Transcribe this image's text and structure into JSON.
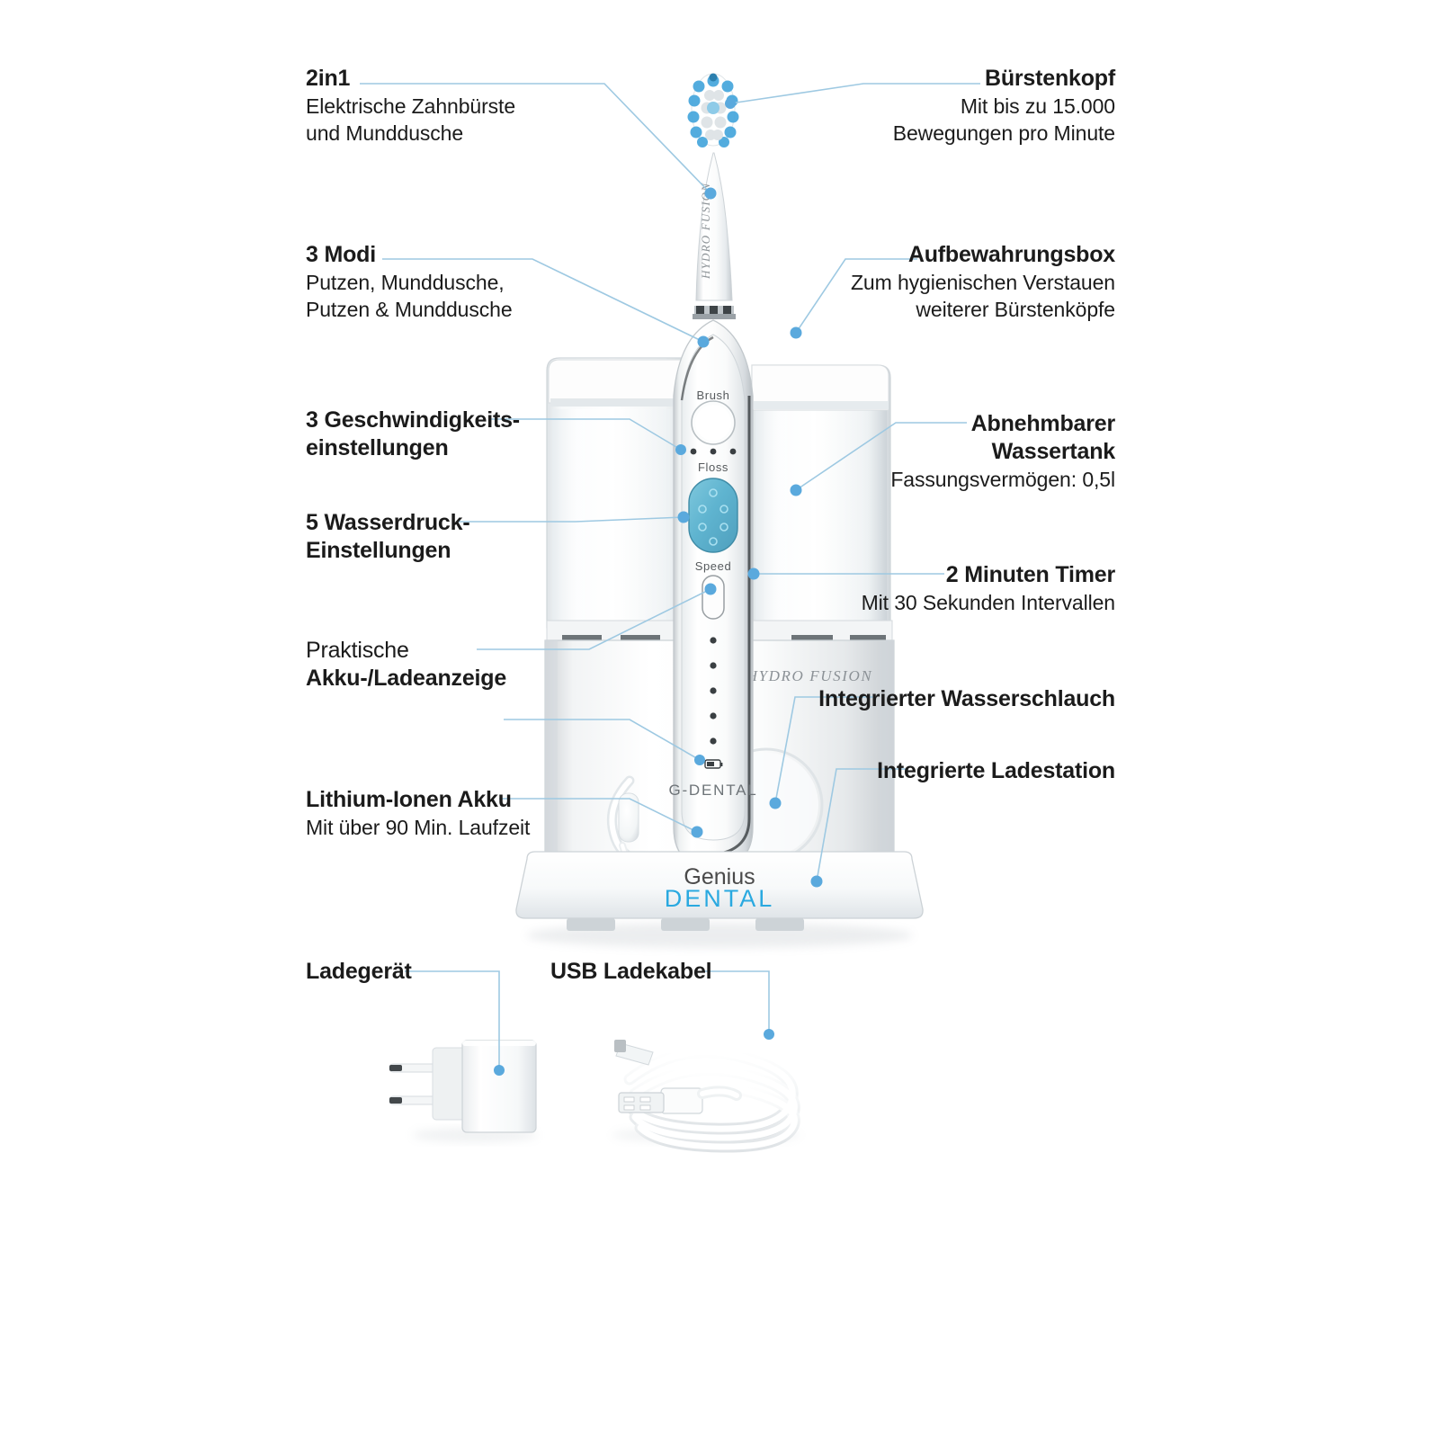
{
  "page": {
    "background": "#ffffff",
    "accent_line_color": "#9ec9e2",
    "accent_dot_color": "#5aa9dd",
    "text_color": "#1b1b1b"
  },
  "callouts": [
    {
      "id": "two-in-one",
      "title": "2in1",
      "title_bold": true,
      "lines": [
        "Elektrische Zahnbürste",
        "und Munddusche"
      ],
      "align": "left"
    },
    {
      "id": "brush-head",
      "title": "Bürstenkopf",
      "title_bold": true,
      "lines": [
        "Mit bis zu 15.000",
        "Bewegungen pro Minute"
      ],
      "align": "right"
    },
    {
      "id": "modes",
      "title": "3 Modi",
      "title_bold": true,
      "lines": [
        "Putzen, Munddusche,",
        "Putzen & Munddusche"
      ],
      "align": "left"
    },
    {
      "id": "storage-box",
      "title": "Aufbewahrungsbox",
      "title_bold": true,
      "lines": [
        "Zum hygienischen Verstauen",
        "weiterer Bürstenköpfe"
      ],
      "align": "right"
    },
    {
      "id": "speed-settings",
      "title": "3 Geschwindigkeits-",
      "title_line2": "einstellungen",
      "title_bold": true,
      "lines": [],
      "align": "left"
    },
    {
      "id": "water-tank",
      "title": "Abnehmbarer",
      "title_line2": "Wassertank",
      "title_bold": true,
      "lines": [
        "Fassungsvermögen: 0,5l"
      ],
      "align": "right"
    },
    {
      "id": "water-pressure",
      "title": "5 Wasserdruck-",
      "title_line2": "Einstellungen",
      "title_bold": true,
      "lines": [],
      "align": "left"
    },
    {
      "id": "two-minute-timer",
      "title": "2 Minuten Timer",
      "title_bold": true,
      "lines": [
        "Mit 30 Sekunden Intervallen"
      ],
      "align": "right"
    },
    {
      "id": "battery-indicator",
      "title_reg": "Praktische",
      "title": "Akku-/Ladeanzeige",
      "title_bold": true,
      "lines": [],
      "align": "left"
    },
    {
      "id": "water-hose",
      "title": "Integrierter Wasserschlauch",
      "title_bold": true,
      "lines": [],
      "align": "right"
    },
    {
      "id": "charging-station",
      "title": "Integrierte Ladestation",
      "title_bold": true,
      "lines": [],
      "align": "right"
    },
    {
      "id": "lithium-battery",
      "title": "Lithium-Ionen Akku",
      "title_bold": true,
      "lines": [
        "Mit über 90 Min. Laufzeit"
      ],
      "align": "left"
    },
    {
      "id": "power-adapter",
      "title": "Ladegerät",
      "title_bold": true,
      "lines": [],
      "align": "left"
    },
    {
      "id": "usb-cable",
      "title": "USB Ladekabel",
      "title_bold": true,
      "lines": [],
      "align": "left"
    }
  ],
  "product": {
    "handle": {
      "brush_label": "Brush",
      "floss_label": "Floss",
      "speed_label": "Speed",
      "brand": "G-DENTAL",
      "neck_brand": "HYDRO FUSION",
      "floss_button_color": "#63b9d4",
      "indicator_dots_below_speed": 5,
      "mode_dots": 3
    },
    "body": {
      "brand": "HYDRO FUSION"
    },
    "base": {
      "logo_word1": "Genius",
      "logo_word2": "DENTAL",
      "logo_word2_color": "#2aa9e0",
      "logo_word1_color": "#4a4a4a"
    }
  }
}
